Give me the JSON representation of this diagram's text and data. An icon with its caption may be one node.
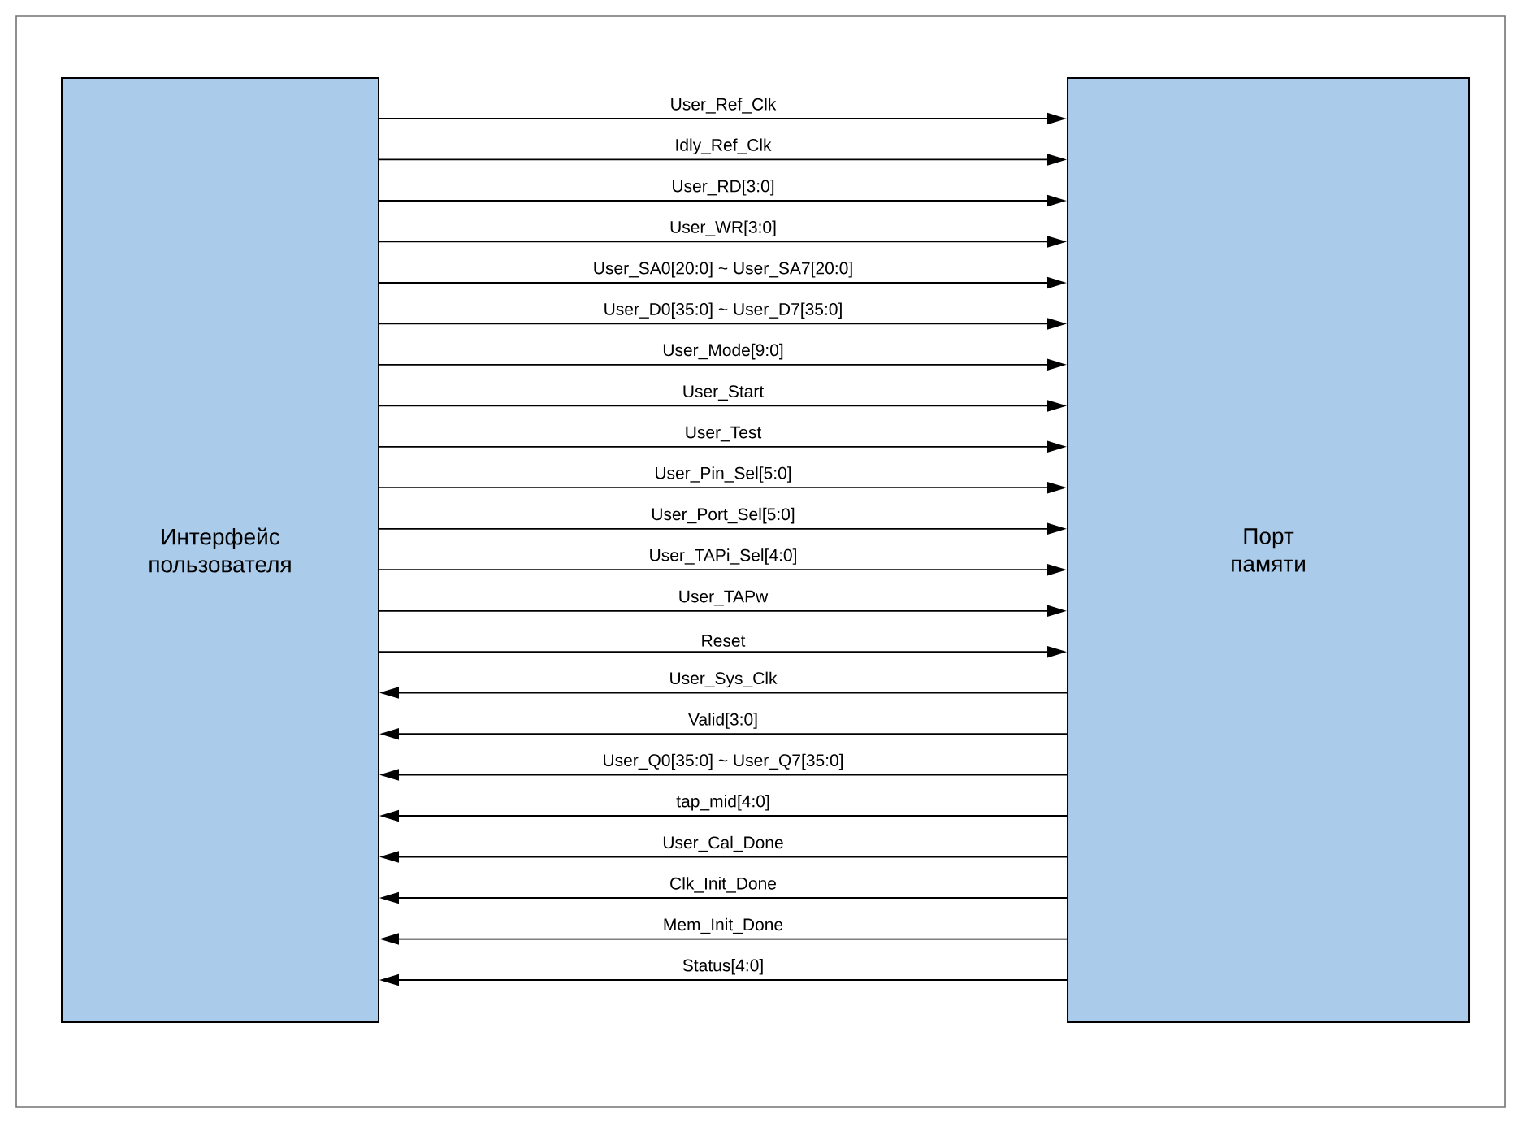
{
  "diagram": {
    "nodes": [
      {
        "text": [
          "Интерфейс пользователя"
        ]
      },
      {
        "text": [
          "Порт памяти"
        ]
      }
    ],
    "edges": [
      {
        "from": 0,
        "to": 1,
        "arrow": "to",
        "label": "User_Ref_Clk"
      },
      {
        "from": 0,
        "to": 1,
        "arrow": "to",
        "label": "Idly_Ref_Clk"
      },
      {
        "from": 0,
        "to": 1,
        "arrow": "to",
        "label": "User_RD[3:0]"
      },
      {
        "from": 0,
        "to": 1,
        "arrow": "to",
        "label": "User_WR[3:0]"
      },
      {
        "from": 0,
        "to": 1,
        "arrow": "to",
        "label": "User_SA0[20:0] ~ User_SA7[20:0]"
      },
      {
        "from": 0,
        "to": 1,
        "arrow": "to",
        "label": "User_D0[35:0] ~ User_D7[35:0]"
      },
      {
        "from": 0,
        "to": 1,
        "arrow": "to",
        "label": "User_Mode[9:0]"
      },
      {
        "from": 0,
        "to": 1,
        "arrow": "to",
        "label": "User_Start"
      },
      {
        "from": 0,
        "to": 1,
        "arrow": "to",
        "label": "User_Test"
      },
      {
        "from": 0,
        "to": 1,
        "arrow": "to",
        "label": "User_Pin_Sel[5:0]"
      },
      {
        "from": 0,
        "to": 1,
        "arrow": "to",
        "label": "User_Port_Sel[5:0]"
      },
      {
        "from": 0,
        "to": 1,
        "arrow": "to",
        "label": "User_TAPi_Sel[4:0]"
      },
      {
        "from": 0,
        "to": 1,
        "arrow": "to",
        "label": "User_TAPw"
      },
      {
        "from": 0,
        "to": 1,
        "arrow": "to",
        "label": "Reset"
      },
      {
        "from": 1,
        "to": 0,
        "arrow": "to",
        "label": "User_Sys_Clk"
      },
      {
        "from": 1,
        "to": 0,
        "arrow": "to",
        "label": "Valid[3:0]"
      },
      {
        "from": 1,
        "to": 0,
        "arrow": "to",
        "label": "User_Q0[35:0] ~ User_Q7[35:0]"
      },
      {
        "from": 1,
        "to": 0,
        "arrow": "to",
        "label": "tap_mid[4:0]"
      },
      {
        "from": 1,
        "to": 0,
        "arrow": "to",
        "label": "User_Cal_Done"
      },
      {
        "from": 1,
        "to": 0,
        "arrow": "to",
        "label": "Clk_Init_Done"
      },
      {
        "from": 1,
        "to": 0,
        "arrow": "to",
        "label": "Mem_Init_Done"
      },
      {
        "from": 1,
        "to": 0,
        "arrow": "to",
        "label": "Status[4:0]"
      }
    ]
  }
}
